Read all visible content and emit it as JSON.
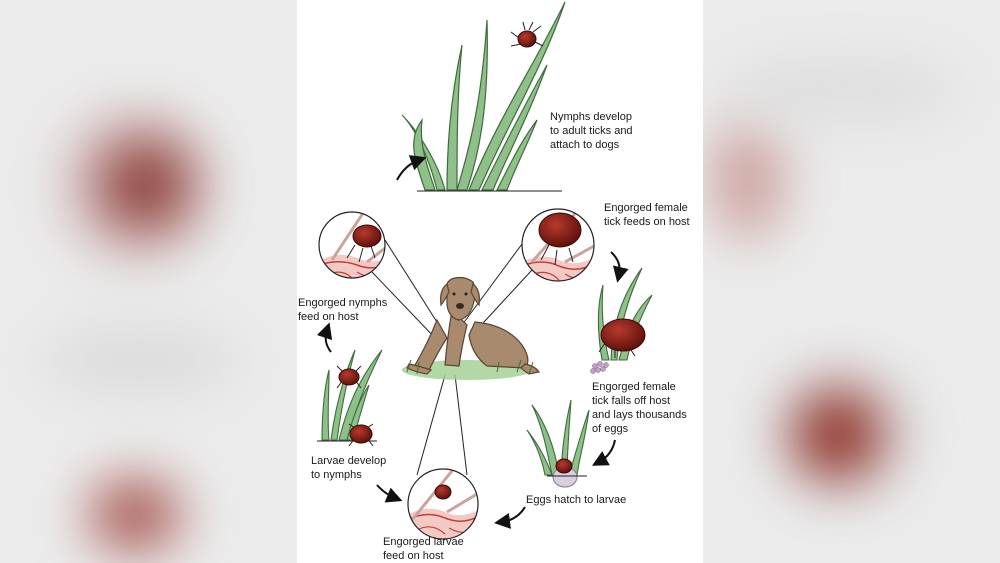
{
  "labels": {
    "nymphs_develop": "Nymphs develop\nto adult ticks and\nattach to dogs",
    "engorged_female_feeds": "Engorged female\ntick feeds on host",
    "engorged_female_falls": "Engorged female\ntick falls off host\nand lays thousands\nof eggs",
    "eggs_hatch": "Eggs hatch to larvae",
    "engorged_larvae": "Engorged larvae\nfeed on host",
    "larvae_develop": "Larvae develop\nto nymphs",
    "engorged_nymphs": "Engorged nymphs\nfeed on host"
  },
  "colors": {
    "tick": "#7a1a12",
    "tick_dark": "#4a0c08",
    "grass": "#8fc08a",
    "grass_dark": "#3f6b3c",
    "dog": "#a88a6e",
    "dog_dark": "#5c4330",
    "skin": "#f3c9c4",
    "skin_line": "#c2403a",
    "outline": "#222222"
  }
}
